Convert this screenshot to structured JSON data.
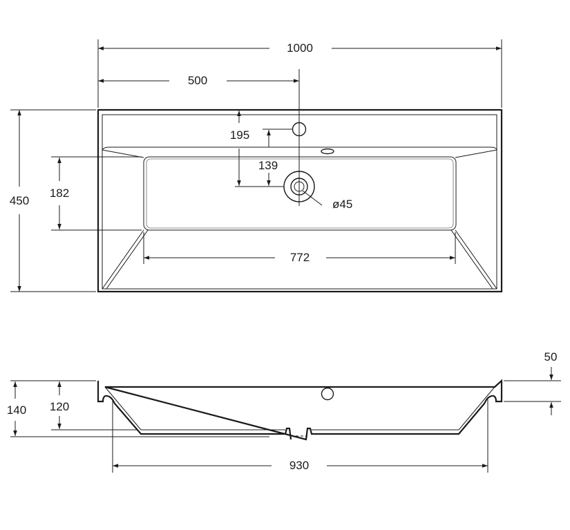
{
  "dimensions": {
    "overall_width": "1000",
    "hole_offset": "500",
    "overall_depth": "450",
    "tap_hole_distance": "195",
    "drain_distance": "139",
    "bowl_depth_front": "182",
    "drain_diameter": "ø45",
    "bowl_width": "772",
    "rim_height": "50",
    "total_height": "140",
    "bowl_height": "120",
    "base_width": "930"
  },
  "colors": {
    "line": "#1a1a1a",
    "background": "#ffffff"
  }
}
